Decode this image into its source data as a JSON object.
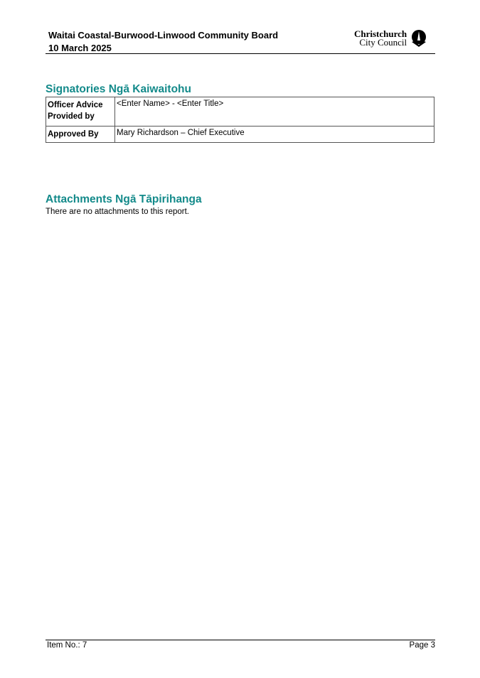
{
  "header": {
    "line1": "Waitai Coastal-Burwood-Linwood Community Board",
    "line2": "10 March 2025",
    "logo_line1": "Christchurch",
    "logo_line2": "City Council"
  },
  "signatories": {
    "heading": "Signatories Ngā Kaiwaitohu",
    "rows": [
      {
        "label": "Officer Advice Provided by",
        "value": "<Enter Name> - <Enter Title>"
      },
      {
        "label": "Approved By",
        "value": "Mary Richardson – Chief Executive"
      }
    ]
  },
  "attachments": {
    "heading": "Attachments Ngā Tāpirihanga",
    "text": "There are no attachments to this report."
  },
  "footer": {
    "item": "Item No.: 7",
    "page": "Page 3"
  }
}
